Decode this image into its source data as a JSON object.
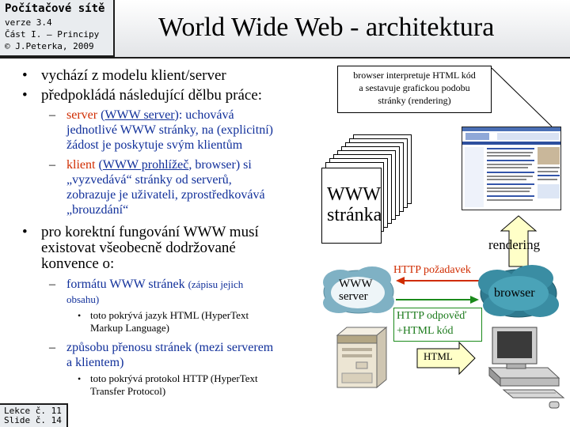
{
  "header": {
    "course": "Počítačové sítě",
    "version": "verze 3.4",
    "part": "Část I. – Principy",
    "copyright": "© J.Peterka, 2009",
    "title": "World Wide Web  - architektura"
  },
  "bullets": {
    "b1": "vychází z modelu klient/server",
    "b2": "předpokládá následující dělbu práce:",
    "server_label": "server",
    "server_link": "WWW server",
    "server_text_1": "): uchovává",
    "server_text_2": "jednotlivé WWW stránky, na (explicitní)",
    "server_text_3": "žádost je poskytuje svým klientům",
    "client_label": "klient",
    "client_link": "WWW prohlížeč",
    "client_text_1": ", browser) si",
    "client_text_2": "„vyzvedává“ stránky od serverů,",
    "client_text_3": "zobrazuje je uživateli, zprostředkovává",
    "client_text_4": "„brouzdání“",
    "b3_line1": "pro korektní fungování WWW musí",
    "b3_line2": "existovat všeobecně dodržované",
    "b3_line3": "konvence o:",
    "format_bold": "formátu WWW stránek",
    "format_small_1": "(zápisu jejich",
    "format_small_2": "obsahu)",
    "format_sub_1": "toto pokrývá jazyk HTML (HyperText",
    "format_sub_2": "Markup Language)",
    "transfer_1": "způsobu přenosu stránek (mezi serverem",
    "transfer_2": "a klientem)",
    "transfer_sub_1": "toto pokrývá protokol HTTP (HyperText",
    "transfer_sub_2": "Transfer Protocol)"
  },
  "footer": {
    "lecture": "Lekce č. 11",
    "slide": "Slide č. 14"
  },
  "diagram": {
    "note_1": "browser interpretuje HTML kód",
    "note_2": "a sestavuje grafickou podobu",
    "note_3": "stránky (rendering)",
    "www_1": "WWW",
    "www_2": "stránka",
    "rendering": "rendering",
    "http_request": "HTTP požadavek",
    "http_response_1": "HTTP odpověď",
    "http_response_2": "+HTML kód",
    "html": "HTML",
    "server_cloud_1": "WWW",
    "server_cloud_2": "server",
    "browser_cloud": "browser"
  },
  "colors": {
    "blue_text": "#102f9a",
    "red_text": "#d02c00",
    "green_box": "#1b8a1b",
    "cloud": "#7fb1c4",
    "yellow_arrow": "#ffffc8"
  }
}
